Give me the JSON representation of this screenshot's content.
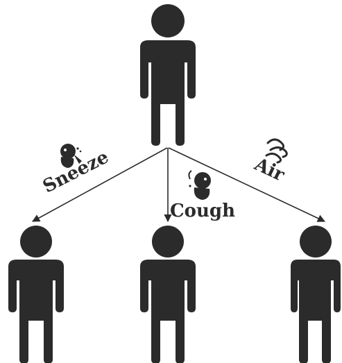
{
  "diagram": {
    "source": {
      "icon": "person-icon"
    },
    "targets": [
      {
        "icon": "person-icon"
      },
      {
        "icon": "person-icon"
      },
      {
        "icon": "person-icon"
      }
    ],
    "routes": [
      {
        "label": "Sneeze",
        "icon": "sneezing-face-icon"
      },
      {
        "label": "Cough",
        "icon": "coughing-face-icon"
      },
      {
        "label": "Air",
        "icon": "air-swirl-icon"
      }
    ],
    "colors": {
      "ink": "#2b2b2b",
      "background": "#ffffff"
    }
  }
}
